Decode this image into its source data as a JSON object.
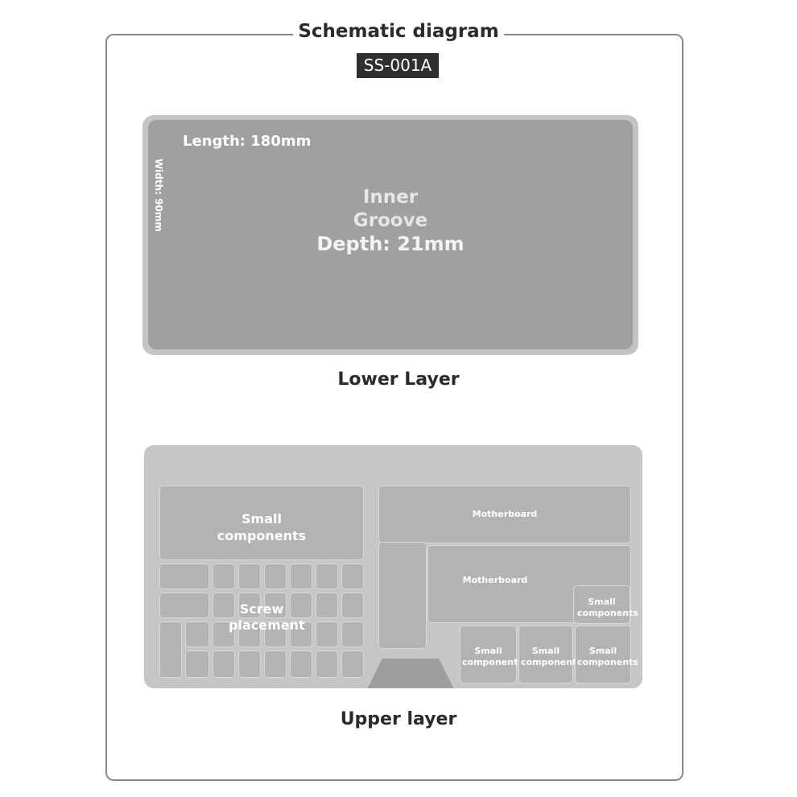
{
  "title": "Schematic diagram",
  "model_code": "SS-001A",
  "lower_layer": {
    "length": "Length: 180mm",
    "width": "Width: 90mm",
    "groove_line1": "Inner",
    "groove_line2": "Groove",
    "depth": "Depth: 21mm",
    "label": "Lower Layer"
  },
  "upper_layer": {
    "small_components_top": "Small components",
    "screw_placement": "Screw placement",
    "motherboard_1": "Motherboard",
    "motherboard_2": "Motherboard",
    "small_components_right": "Small components",
    "small_components_b1": "Small components",
    "small_components_b2": "Small components",
    "small_components_b3": "Small components",
    "label": "Upper layer"
  }
}
